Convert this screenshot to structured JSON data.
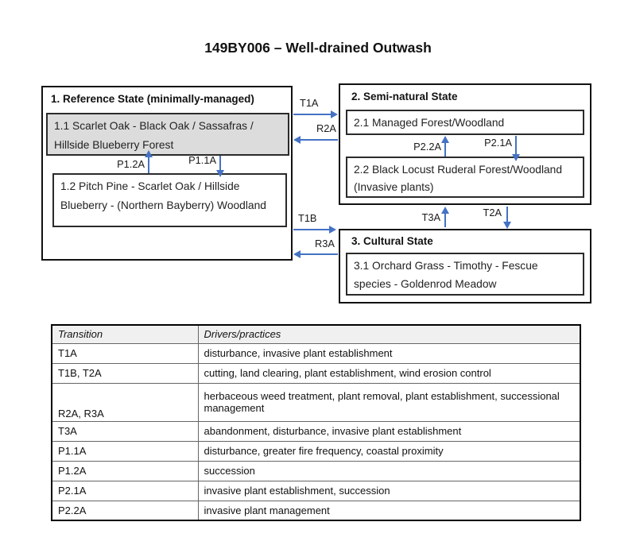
{
  "title": "149BY006 – Well-drained Outwash",
  "colors": {
    "arrow_blue": "#4472C4",
    "reference_community_bg": "#DCDCDC",
    "table_header_bg": "#F0F0F0"
  },
  "diagram": {
    "states": [
      {
        "title": "1.  Reference State (minimally-managed)",
        "communities": [
          {
            "label": "1.1 Scarlet Oak - Black Oak / Sassafras / Hillside Blueberry Forest"
          },
          {
            "label": "1.2 Pitch Pine - Scarlet Oak / Hillside Blueberry - (Northern Bayberry) Woodland"
          }
        ]
      },
      {
        "title": "2.  Semi-natural State",
        "communities": [
          {
            "label": "2.1 Managed Forest/Woodland"
          },
          {
            "label": "2.2  Black Locust Ruderal Forest/Woodland (Invasive plants)"
          }
        ]
      },
      {
        "title": "3.  Cultural State",
        "communities": [
          {
            "label": "3.1 Orchard Grass - Timothy - Fescue species - Goldenrod Meadow"
          }
        ]
      }
    ],
    "arrows": {
      "T1A": "T1A",
      "R2A": "R2A",
      "T1B": "T1B",
      "R3A": "R3A",
      "P1_2A": "P1.2A",
      "P1_1A": "P1.1A",
      "P2_2A": "P2.2A",
      "P2_1A": "P2.1A",
      "T3A": "T3A",
      "T2A": "T2A"
    }
  },
  "table": {
    "headers": [
      "Transition",
      "Drivers/practices"
    ],
    "rows": [
      {
        "transition": "T1A",
        "drivers": "disturbance, invasive plant establishment"
      },
      {
        "transition": "T1B, T2A",
        "drivers": "cutting, land clearing, plant establishment, wind erosion control"
      },
      {
        "transition": "R2A, R3A",
        "drivers": "herbaceous weed treatment, plant removal, plant establishment, successional management"
      },
      {
        "transition": "T3A",
        "drivers": "abandonment, disturbance, invasive plant establishment"
      },
      {
        "transition": "P1.1A",
        "drivers": "disturbance, greater  fire frequency, coastal proximity"
      },
      {
        "transition": "P1.2A",
        "drivers": "succession"
      },
      {
        "transition": "P2.1A",
        "drivers": "invasive plant establishment, succession"
      },
      {
        "transition": "P2.2A",
        "drivers": "invasive plant management"
      }
    ]
  }
}
